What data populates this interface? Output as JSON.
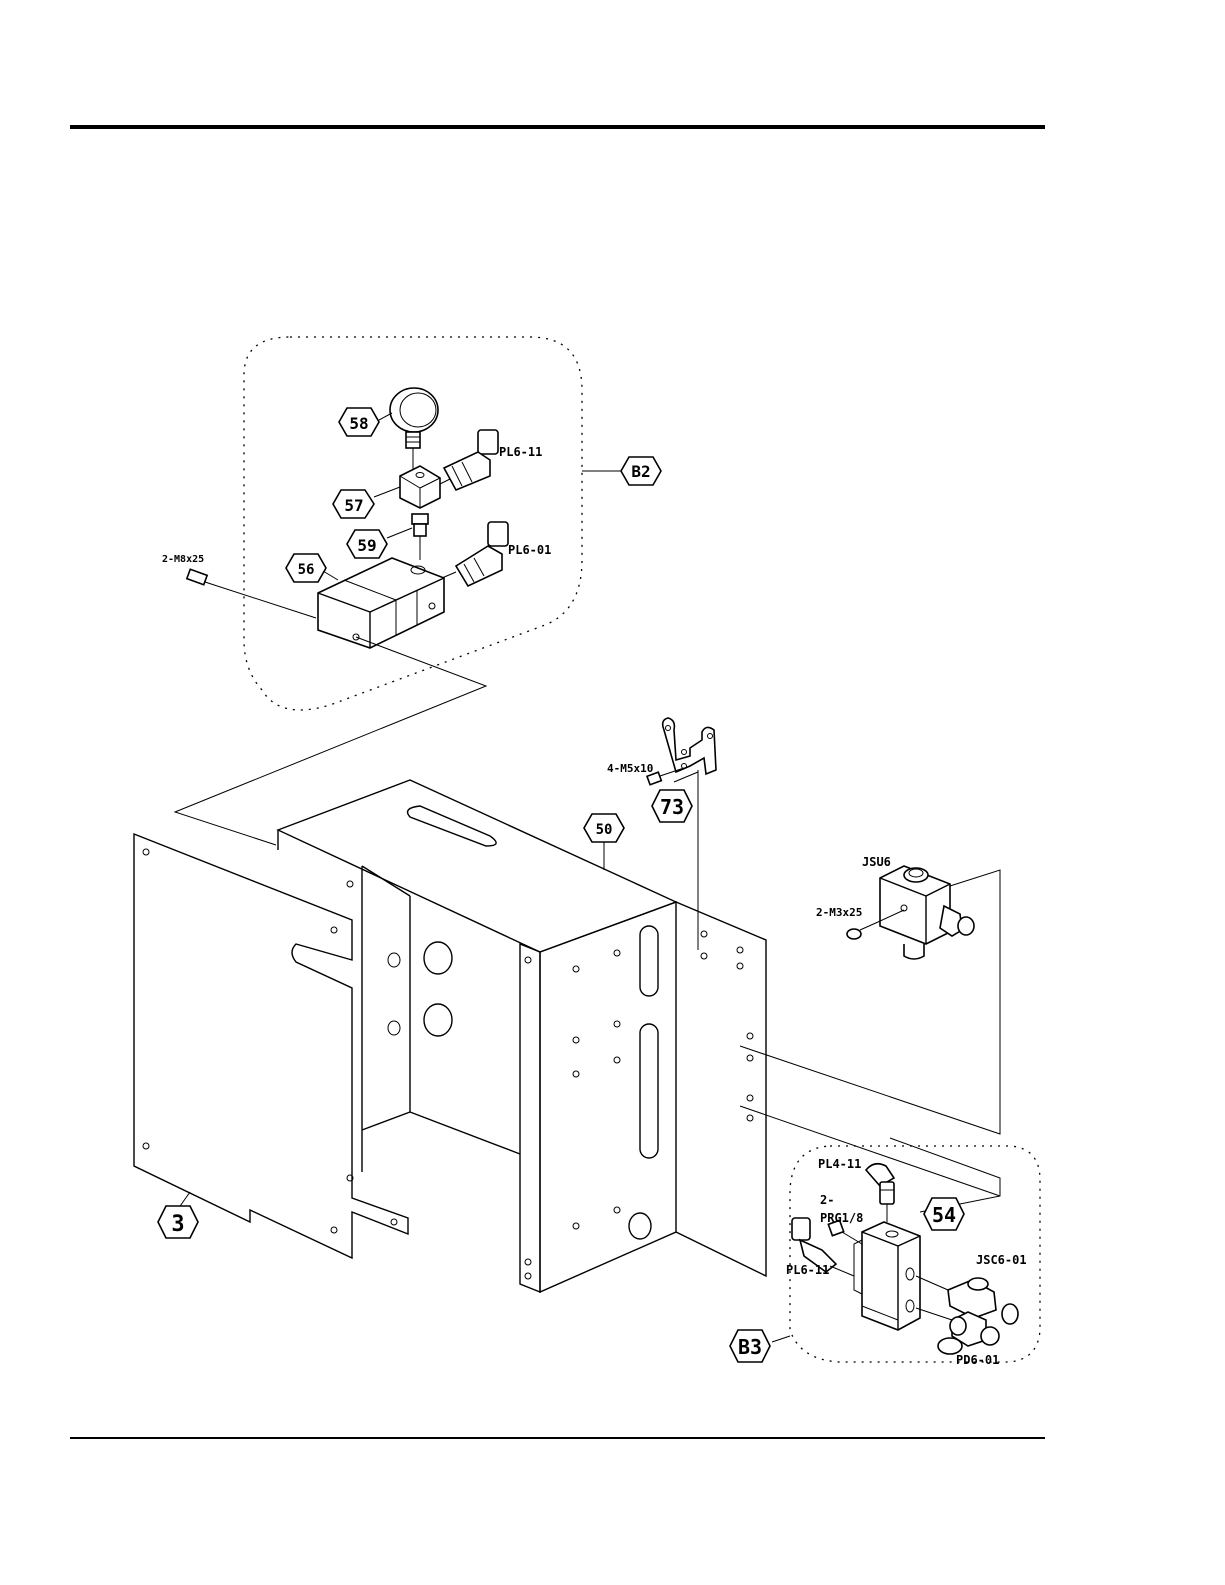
{
  "diagram": {
    "balloons": {
      "b58": "58",
      "b57": "57",
      "b59": "59",
      "b56": "56",
      "b50": "50",
      "b73": "73",
      "b3": "3",
      "b54": "54",
      "bB2": "B2",
      "bB3": "B3"
    },
    "labels": {
      "pl6_11_top": "PL6-11",
      "pl6_01": "PL6-01",
      "m8x25": "2-M8x25",
      "m5x10": "4-M5x10",
      "jsu6": "JSU6",
      "m3x25": "2-M3x25",
      "pl4_11": "PL4-11",
      "prg_line1": "2-",
      "prg_line2": "PRG1/8",
      "pl6_11_bottom": "PL6-11",
      "jsc6_01": "JSC6-01",
      "pd6_01": "PD6-01"
    }
  }
}
